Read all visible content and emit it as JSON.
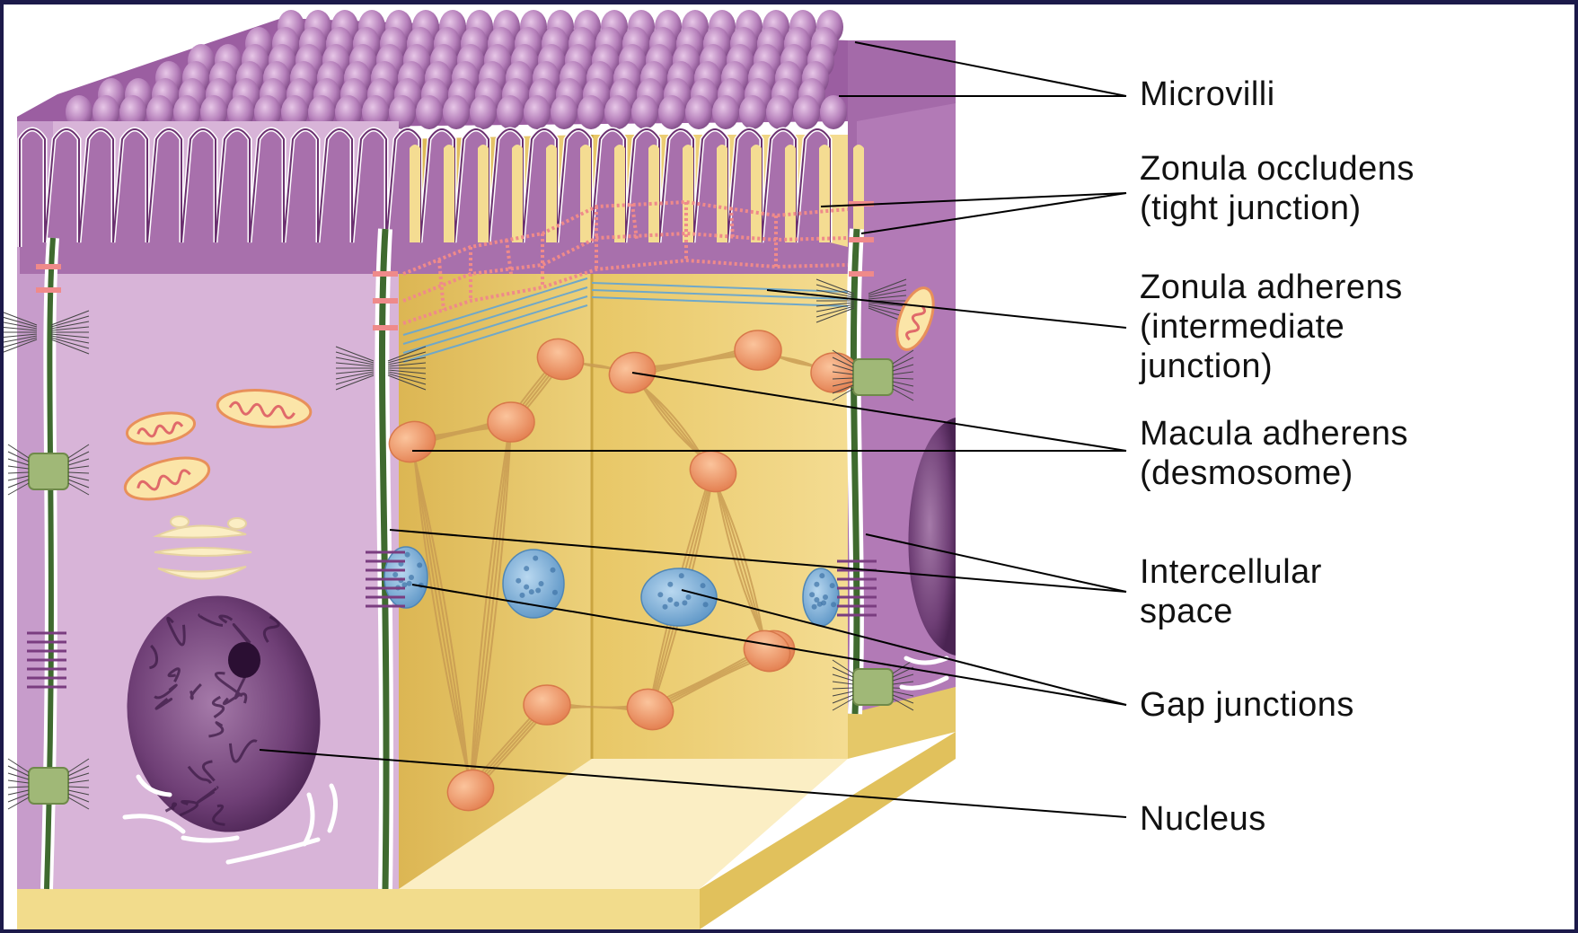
{
  "labels": {
    "microvilli": "Microvilli",
    "zonula_occludens": [
      "Zonula occludens",
      "(tight junction)"
    ],
    "zonula_adherens": [
      "Zonula adherens",
      "(intermediate",
      "junction)"
    ],
    "macula_adherens": [
      "Macula adherens",
      "(desmosome)"
    ],
    "intercellular_space": [
      "Intercellular",
      "space"
    ],
    "gap_junctions": "Gap junctions",
    "nucleus": "Nucleus"
  },
  "colors": {
    "border": "#1c1a4a",
    "cell_lilac": "#d8b4d8",
    "cell_dark": "#8a4f8e",
    "cell_side": "#a870ac",
    "membrane_green": "#3f6a2f",
    "wall_yellow": "#f2d98a",
    "wall_yellow_dark": "#e3bf5c",
    "floor_cream": "#fbeec4",
    "desmosome": "#f0a070",
    "gap_junction": "#7fb3dd",
    "tight_junction": "#f08d8d",
    "nucleus": "#6a3a70"
  }
}
